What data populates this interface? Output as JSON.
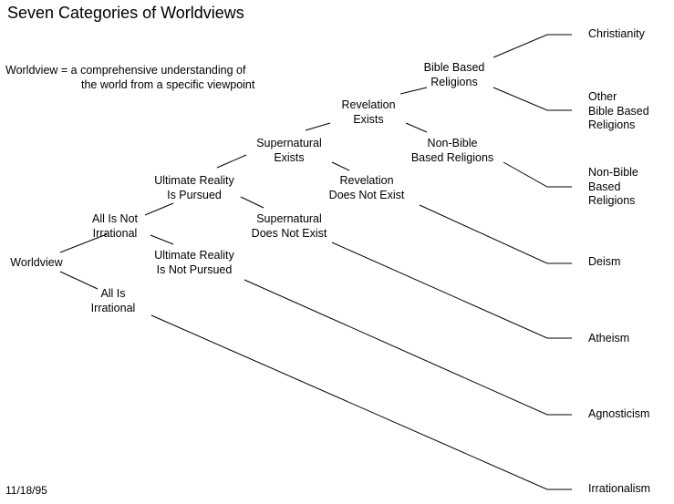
{
  "title": "Seven Categories of Worldviews",
  "definition": {
    "line1": "Worldview = a comprehensive understanding of",
    "line2": "the world from a specific viewpoint"
  },
  "date": "11/18/95",
  "nodes": {
    "root": "Worldview",
    "not_irrational": [
      "All Is Not",
      "Irrational"
    ],
    "irrational": [
      "All Is",
      "Irrational"
    ],
    "pursued": [
      "Ultimate Reality",
      "Is Pursued"
    ],
    "not_pursued": [
      "Ultimate Reality",
      "Is Not Pursued"
    ],
    "supernatural": [
      "Supernatural",
      "Exists"
    ],
    "no_supernatural": [
      "Supernatural",
      "Does Not Exist"
    ],
    "revelation": [
      "Revelation",
      "Exists"
    ],
    "no_revelation": [
      "Revelation",
      "Does Not Exist"
    ],
    "bible": [
      "Bible Based",
      "Religions"
    ],
    "non_bible": [
      "Non-Bible",
      "Based Religions"
    ]
  },
  "leaves": {
    "christianity": [
      "Christianity"
    ],
    "other_bible": [
      "Other",
      "Bible Based",
      "Religions"
    ],
    "non_bible": [
      "Non-Bible",
      "Based",
      "Religions"
    ],
    "deism": [
      "Deism"
    ],
    "atheism": [
      "Atheism"
    ],
    "agnosticism": [
      "Agnosticism"
    ],
    "irrationalism": [
      "Irrationalism"
    ]
  }
}
